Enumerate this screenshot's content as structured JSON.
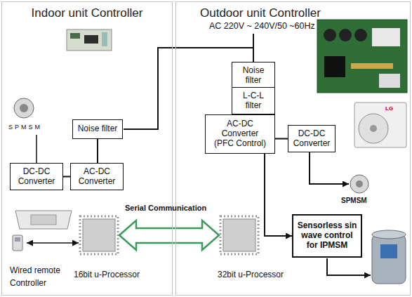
{
  "diagram": {
    "nodes": [
      {
        "text": [
          "Indoor unit Controller"
        ]
      },
      {
        "text": [
          "Outdoor unit Controller"
        ]
      },
      {
        "text": [
          "Noise filter"
        ],
        "in": 0
      },
      {
        "text": [
          "DC-DC Converter"
        ],
        "in": 0
      },
      {
        "text": [
          "AC-DC Converter"
        ],
        "in": 0
      },
      {
        "text": [
          "Noise filter"
        ],
        "in": 1
      },
      {
        "text": [
          "L-C-L filter"
        ],
        "in": 1
      },
      {
        "text": [
          "AC-DC Converter (PFC Control)"
        ],
        "in": 1
      },
      {
        "text": [
          "DC-DC Converter"
        ],
        "in": 1
      },
      {
        "text": [
          "Sensorless sin wave control for IPMSM"
        ],
        "in": 1
      }
    ],
    "edges": [
      {
        "from": 2,
        "to": 4,
        "arrow": "none"
      },
      {
        "from": 4,
        "to": 3,
        "arrow": "none"
      },
      {
        "from": 5,
        "to": 6,
        "arrow": "none"
      },
      {
        "from": 6,
        "to": 7,
        "arrow": "none"
      },
      {
        "from": 7,
        "to": 8,
        "arrow": "none"
      },
      {
        "from": 7,
        "to": 9,
        "arrow": "to"
      }
    ],
    "labels": [
      "AC 220V ~ 240V/50 ~60Hz",
      "SPMSM",
      "LG",
      "Serial Communication",
      "SPMSM",
      "Wired remote Controller",
      "16bit u-Processor",
      "32bit u-Processor"
    ]
  }
}
